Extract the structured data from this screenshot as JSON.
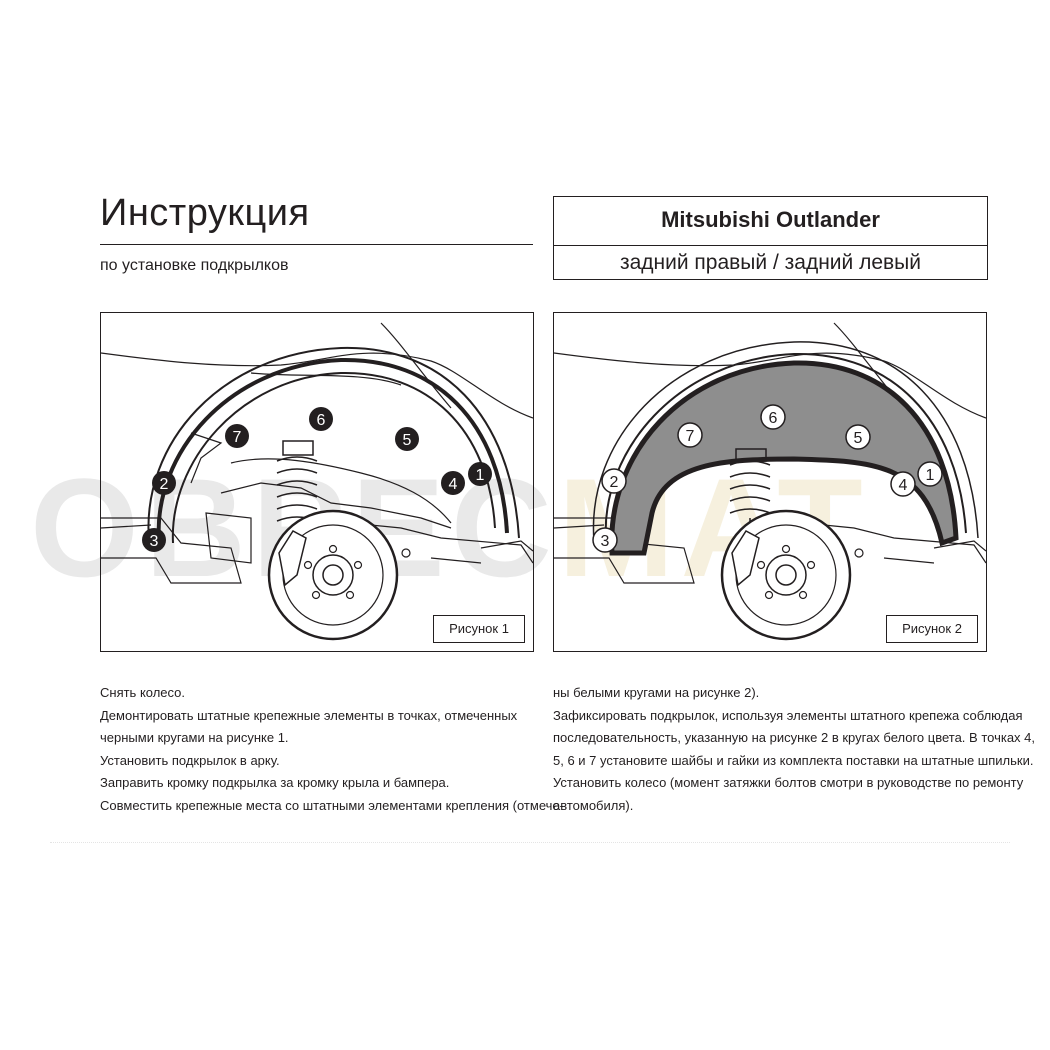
{
  "header": {
    "title": "Инструкция",
    "subtitle": "по установке подкрылков"
  },
  "model": {
    "name": "Mitsubishi Outlander",
    "side": "задний правый / задний левый"
  },
  "watermark": {
    "part_a": "OBPEC",
    "part_b": "MAT"
  },
  "figures": [
    {
      "caption": "Рисунок 1",
      "markers": [
        "1",
        "2",
        "3",
        "4",
        "5",
        "6",
        "7"
      ],
      "marker_style": "black"
    },
    {
      "caption": "Рисунок 2",
      "markers": [
        "1",
        "2",
        "3",
        "4",
        "5",
        "6",
        "7"
      ],
      "marker_style": "white"
    }
  ],
  "instructions": {
    "left_lines": [
      "Снять колесо.",
      "Демонтировать штатные крепежные элементы в точках, отмеченных",
      "черными кругами на рисунке 1.",
      "Установить подкрылок в арку.",
      "Заправить кромку подкрылка за кромку крыла и бампера.",
      "Совместить крепежные места со штатными элементами крепления (отмече-"
    ],
    "right_lines": [
      "ны белыми кругами на рисунке 2).",
      "Зафиксировать подкрылок, используя элементы штатного крепежа соблюдая",
      "последовательность, указанную на рисунке 2 в кругах белого цвета. В точках 4,",
      "5, 6 и 7 установите шайбы и гайки из комплекта поставки  на штатные шпильки.",
      "Установить колесо (момент затяжки болтов смотри в руководстве по ремонту",
      "автомобиля)."
    ]
  },
  "colors": {
    "ink": "#231f20",
    "liner_fill": "#8e8e8e",
    "watermark_grey": "#e9e9e9",
    "watermark_yellow": "#f6f0de"
  }
}
